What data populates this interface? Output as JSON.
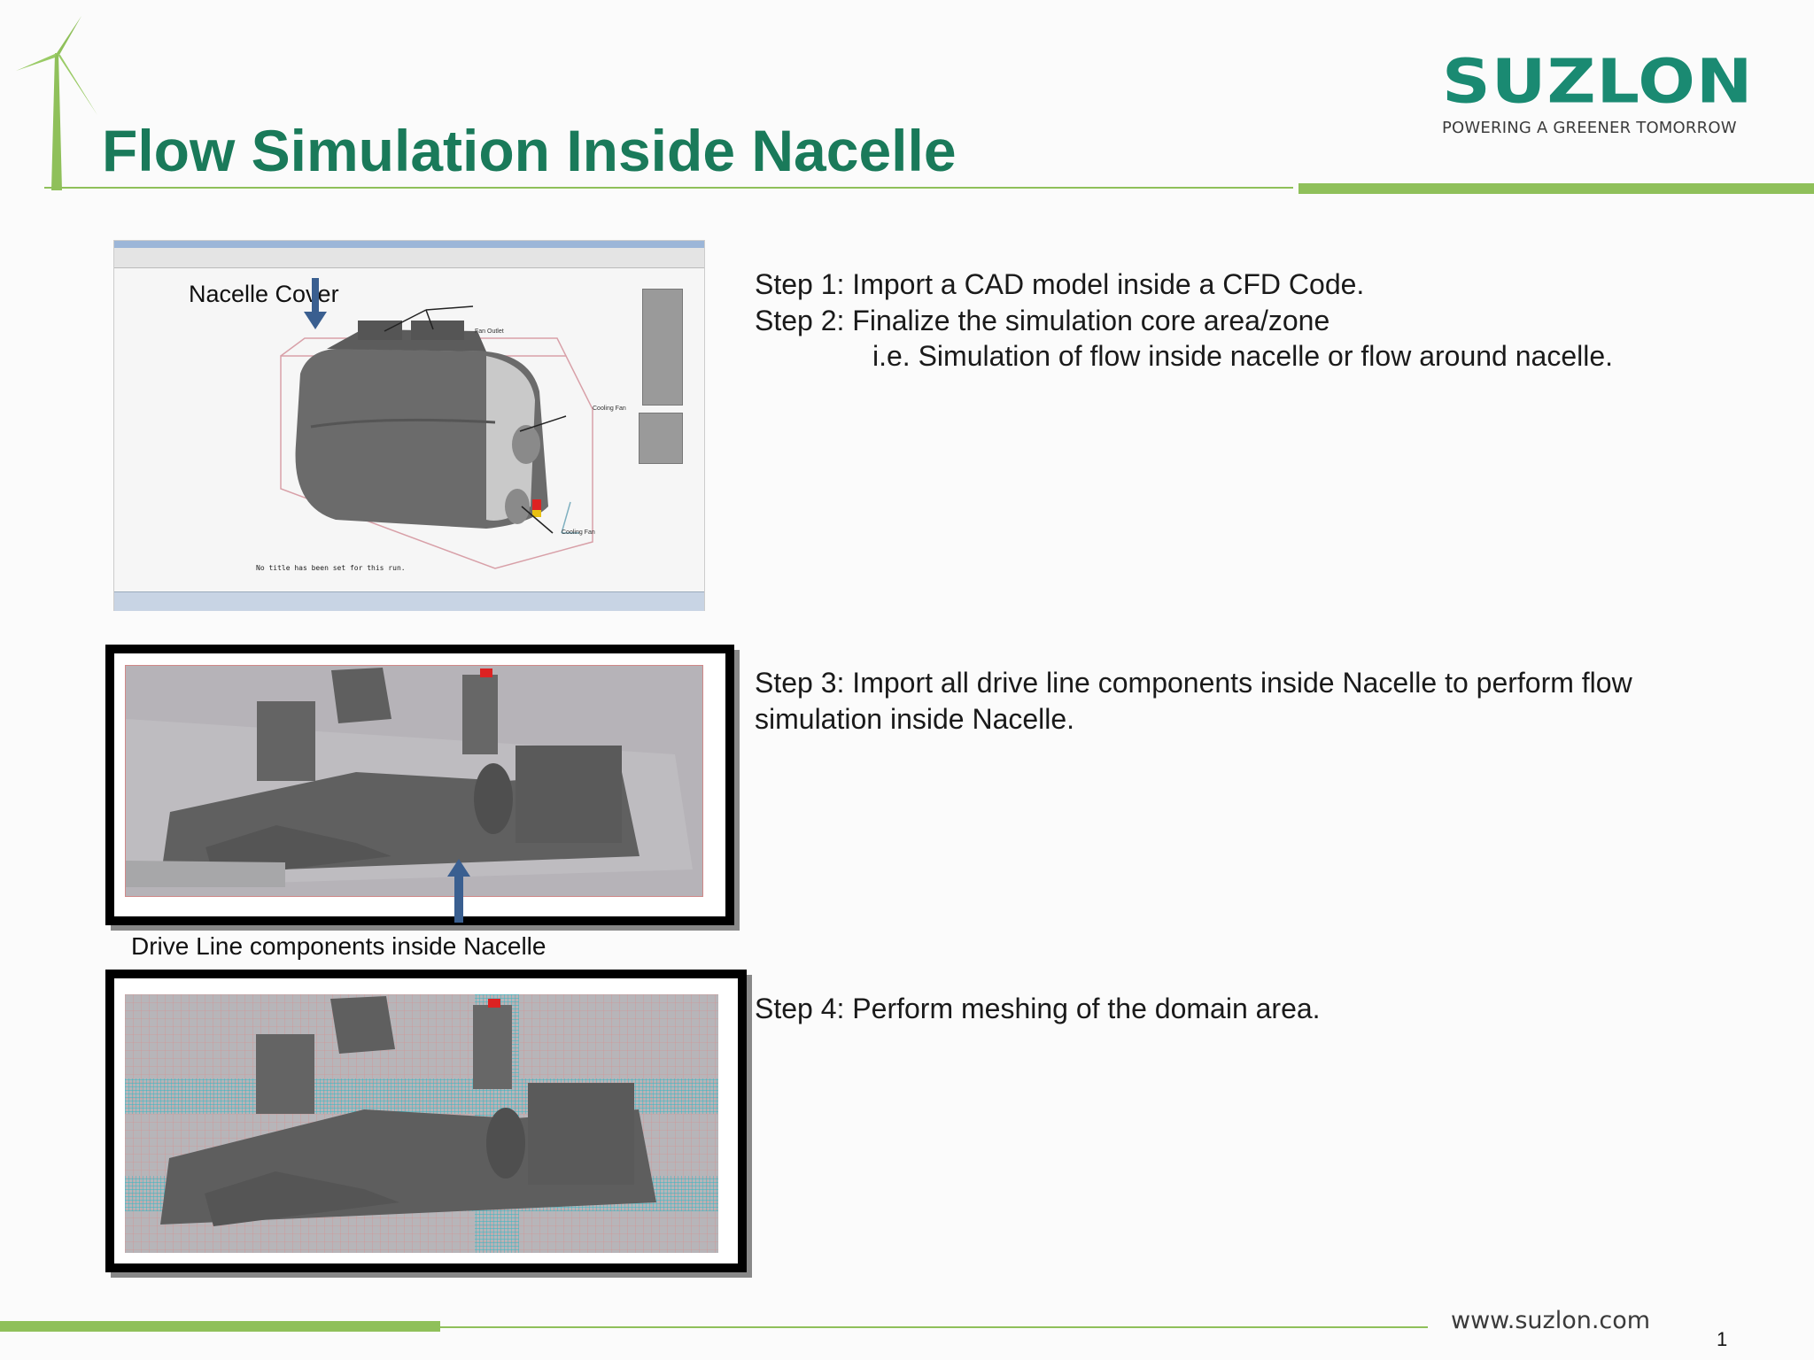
{
  "slide": {
    "title": "Flow Simulation Inside Nacelle",
    "page_number": "1"
  },
  "logo": {
    "name": "SUZLON",
    "tagline": "POWERING A GREENER TOMORROW"
  },
  "footer": {
    "url": "www.suzlon.com"
  },
  "steps": {
    "step1": "Step 1: Import a CAD model inside a CFD Code.",
    "step2": "Step 2: Finalize the simulation core area/zone",
    "step2_detail": "i.e. Simulation of flow inside nacelle or flow around nacelle.",
    "step3_line1": "Step 3: Import all drive line components inside Nacelle to perform flow",
    "step3_line2": "simulation inside Nacelle.",
    "step4": "Step 4: Perform meshing of the domain area."
  },
  "images": {
    "cad_view": {
      "label": "Nacelle Cover",
      "fan_outlet": "Fan Outlet",
      "cooling_fan_1": "Cooling Fan",
      "cooling_fan_2": "Cooling Fan",
      "status_text": "No title has been set for this run."
    },
    "drive_line": {
      "caption": "Drive Line components inside Nacelle"
    }
  },
  "colors": {
    "title_green": "#1a7a5a",
    "rule_green": "#8fc05a",
    "logo_green": "#1a8a72",
    "arrow_blue": "#3a5f90",
    "mesh_cyan": "#2fb8c4"
  }
}
